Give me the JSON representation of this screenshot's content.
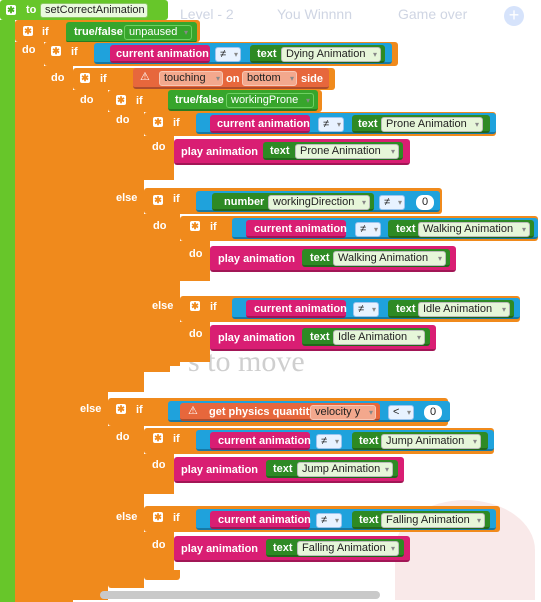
{
  "topbar": {
    "tabs": [
      "Level - 2",
      "You Winnnn",
      "Game over"
    ],
    "add_symbol": "+"
  },
  "watermark": {
    "caption": "s to move"
  },
  "procedure": {
    "to_label": "to",
    "name": "setCorrectAnimation"
  },
  "keywords": {
    "if": "if",
    "do": "do",
    "else": "else",
    "true_false": "true/false",
    "current_animation": "current animation",
    "play_animation": "play animation",
    "text": "text",
    "number": "number",
    "touching": "touching",
    "on": "on",
    "side": "side",
    "get_physics": "get physics quantity"
  },
  "blocks": {
    "unpaused": "unpaused",
    "neq": "≠",
    "lt": "<",
    "dying": "Dying Animation",
    "bottom": "bottom",
    "working_prone": "workingProne",
    "prone": "Prone Animation",
    "working_direction": "workingDirection",
    "zero": "0",
    "walking": "Walking Animation",
    "idle": "Idle Animation",
    "velocity_y": "velocity y",
    "jump": "Jump Animation",
    "falling": "Falling Animation"
  },
  "colors": {
    "procedure": "#67c62a",
    "control": "#f08a1c",
    "sprite": "#d91e73",
    "logic": "#37a52c",
    "compare": "#1fa2dc",
    "physics": "#e7673c"
  }
}
